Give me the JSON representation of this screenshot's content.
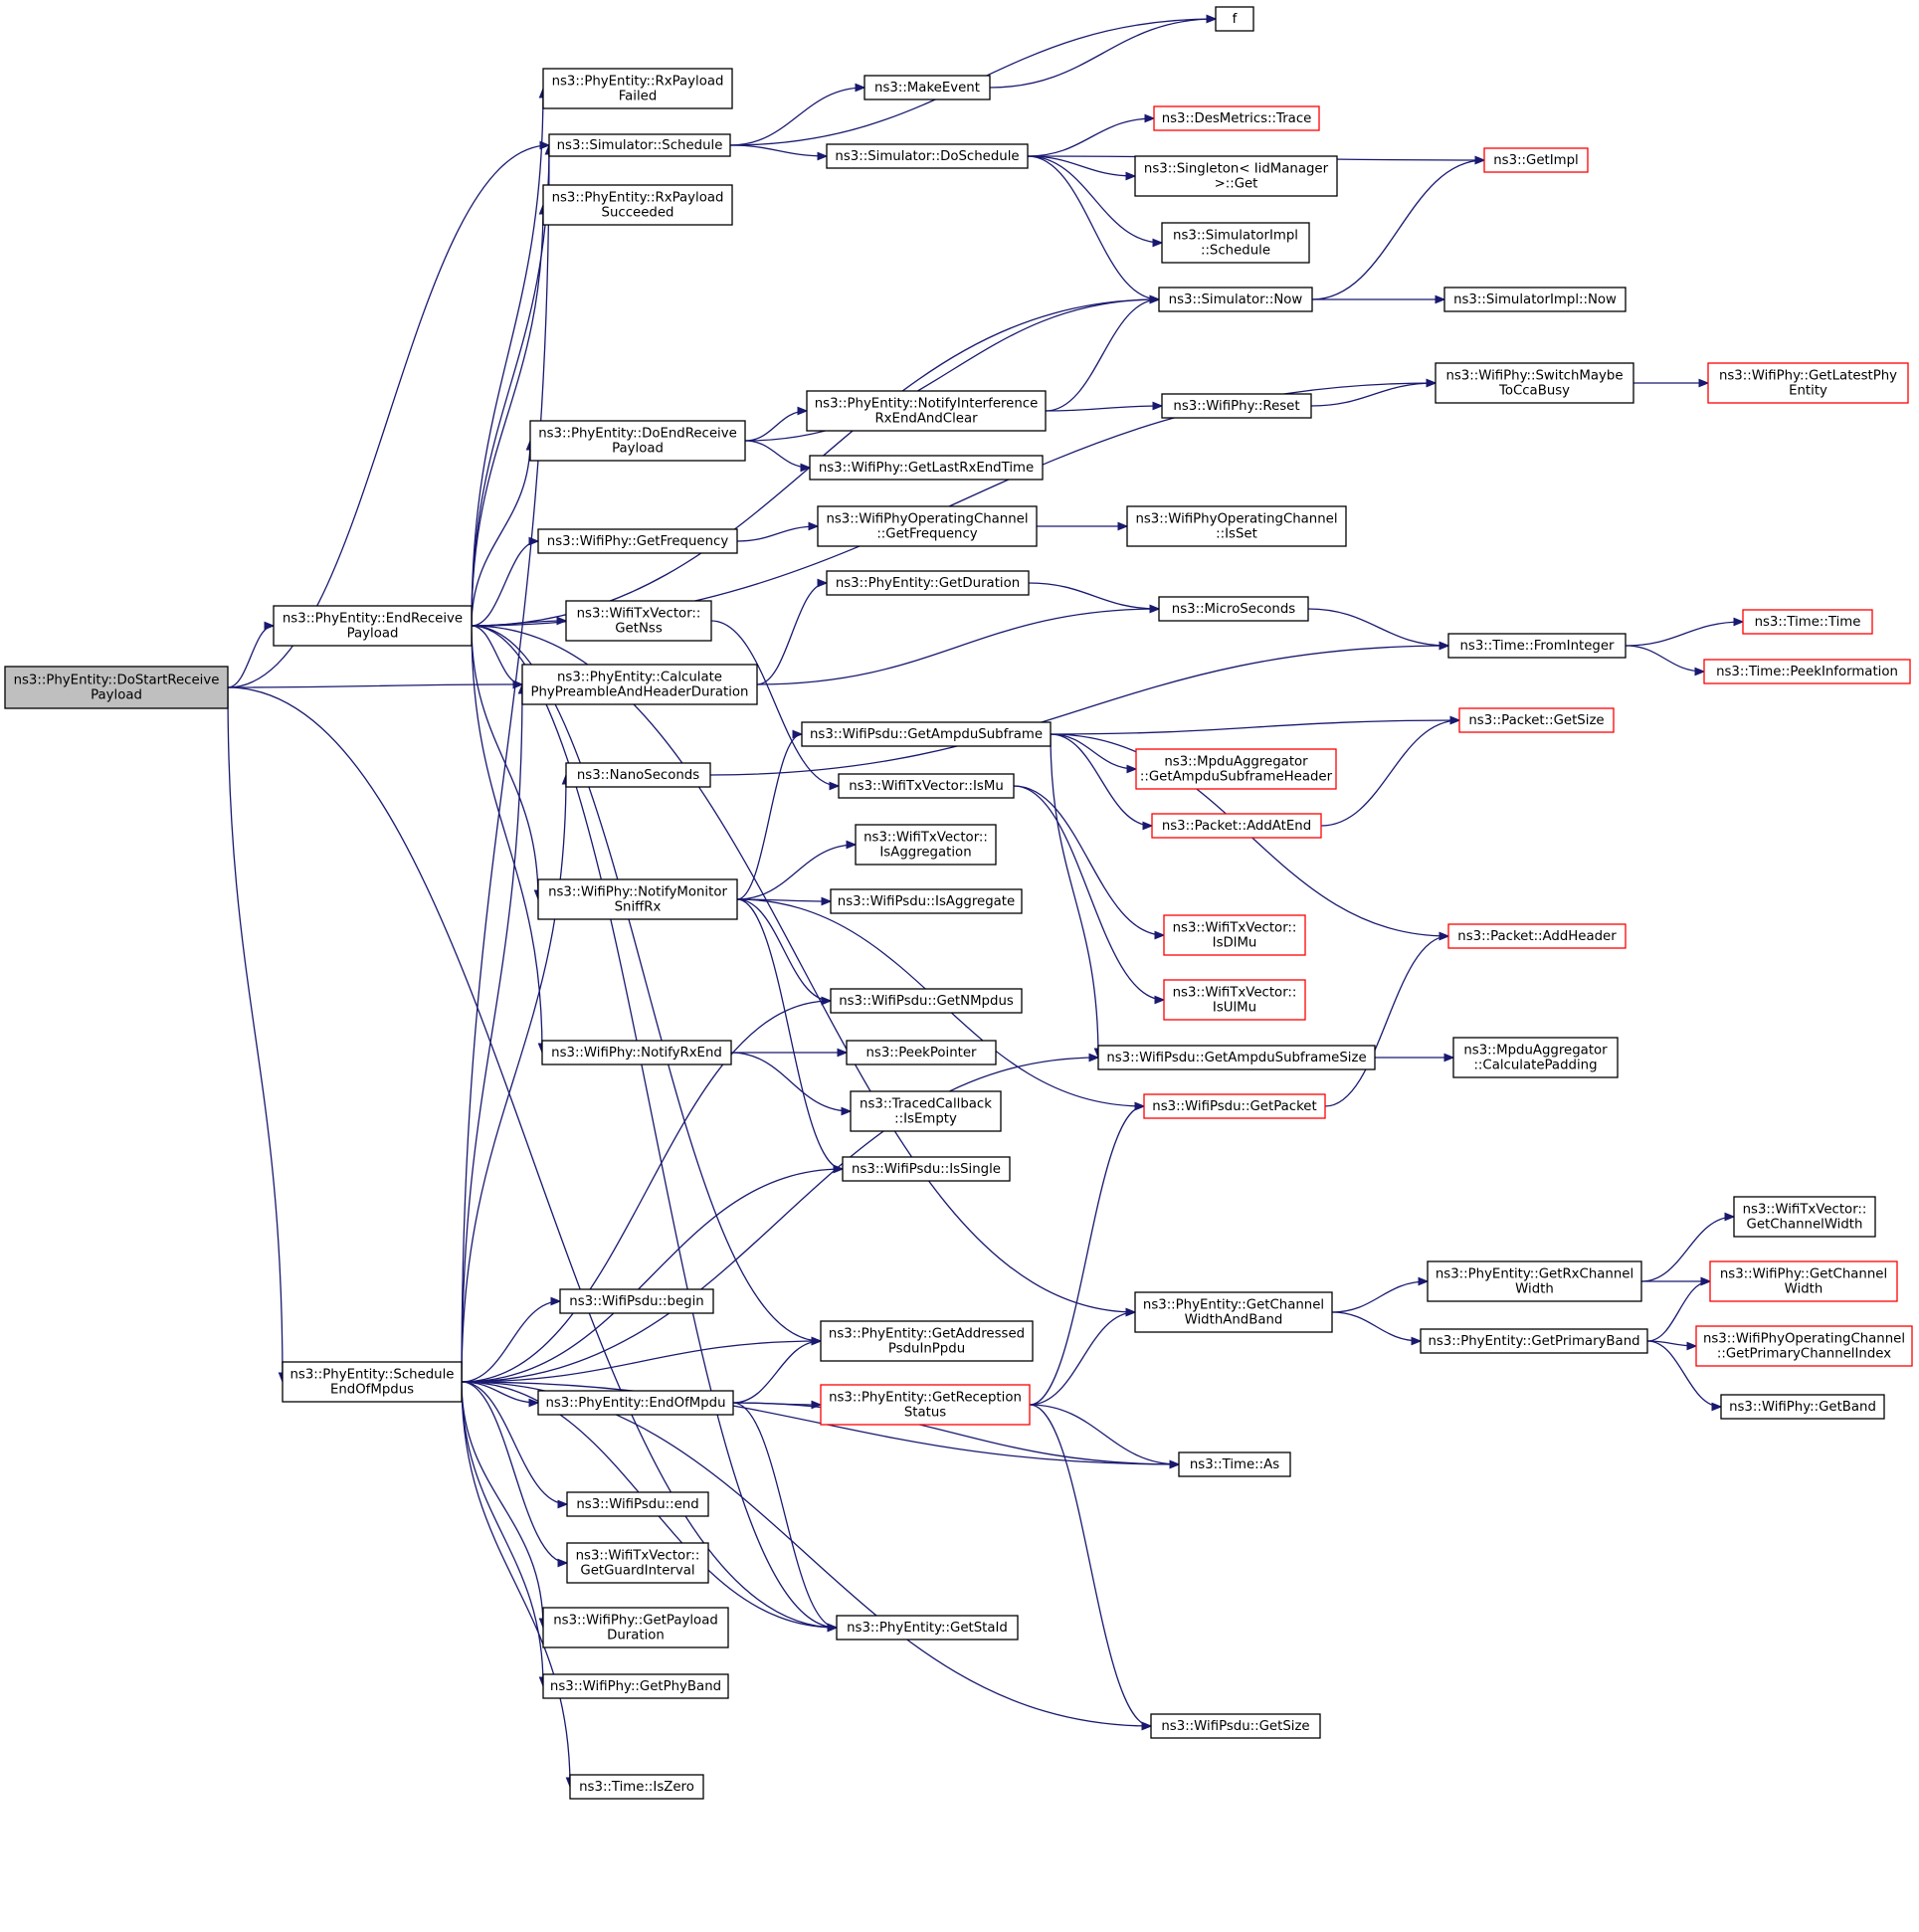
{
  "colors": {
    "edge": "#191970",
    "root_fill": "#bfbfbf",
    "truncated_border": "#ff0000",
    "border": "#000000",
    "background": "#ffffff"
  },
  "nodes": {
    "doStartReceivePayload": {
      "lines": [
        "ns3::PhyEntity::DoStartReceive",
        "Payload"
      ],
      "style": "root"
    },
    "rxPayloadFailed": {
      "lines": [
        "ns3::PhyEntity::RxPayload",
        "Failed"
      ],
      "style": "normal"
    },
    "simSchedule": {
      "lines": [
        "ns3::Simulator::Schedule"
      ],
      "style": "normal"
    },
    "rxPayloadSucceeded": {
      "lines": [
        "ns3::PhyEntity::RxPayload",
        "Succeeded"
      ],
      "style": "normal"
    },
    "f": {
      "lines": [
        "f"
      ],
      "style": "normal"
    },
    "makeEvent": {
      "lines": [
        "ns3::MakeEvent"
      ],
      "style": "normal"
    },
    "doSchedule": {
      "lines": [
        "ns3::Simulator::DoSchedule"
      ],
      "style": "normal"
    },
    "desMetricsTrace": {
      "lines": [
        "ns3::DesMetrics::Trace"
      ],
      "style": "red"
    },
    "getImpl": {
      "lines": [
        "ns3::GetImpl"
      ],
      "style": "red"
    },
    "singletonGet": {
      "lines": [
        "ns3::Singleton< IidManager",
        " >::Get"
      ],
      "style": "normal"
    },
    "simImplSchedule": {
      "lines": [
        "ns3::SimulatorImpl",
        "::Schedule"
      ],
      "style": "normal"
    },
    "simNow": {
      "lines": [
        "ns3::Simulator::Now"
      ],
      "style": "normal"
    },
    "simImplNow": {
      "lines": [
        "ns3::SimulatorImpl::Now"
      ],
      "style": "normal"
    },
    "switchMaybe": {
      "lines": [
        "ns3::WifiPhy::SwitchMaybe",
        "ToCcaBusy"
      ],
      "style": "normal"
    },
    "getLatestPhy": {
      "lines": [
        "ns3::WifiPhy::GetLatestPhy",
        "Entity"
      ],
      "style": "red"
    },
    "doEndReceivePayload": {
      "lines": [
        "ns3::PhyEntity::DoEndReceive",
        "Payload"
      ],
      "style": "normal"
    },
    "notifyInterference": {
      "lines": [
        "ns3::PhyEntity::NotifyInterference",
        "RxEndAndClear"
      ],
      "style": "normal"
    },
    "wifiPhyReset": {
      "lines": [
        "ns3::WifiPhy::Reset"
      ],
      "style": "normal"
    },
    "getLastRxEndTime": {
      "lines": [
        "ns3::WifiPhy::GetLastRxEndTime"
      ],
      "style": "normal"
    },
    "wifiPhyGetFrequency": {
      "lines": [
        "ns3::WifiPhy::GetFrequency"
      ],
      "style": "normal"
    },
    "wpocGetFrequency": {
      "lines": [
        "ns3::WifiPhyOperatingChannel",
        "::GetFrequency"
      ],
      "style": "normal"
    },
    "wpocIsSet": {
      "lines": [
        "ns3::WifiPhyOperatingChannel",
        "::IsSet"
      ],
      "style": "normal"
    },
    "endReceivePayload": {
      "lines": [
        "ns3::PhyEntity::EndReceive",
        "Payload"
      ],
      "style": "normal"
    },
    "getNss": {
      "lines": [
        "ns3::WifiTxVector::",
        "GetNss"
      ],
      "style": "normal"
    },
    "getDuration": {
      "lines": [
        "ns3::PhyEntity::GetDuration"
      ],
      "style": "normal"
    },
    "microSeconds": {
      "lines": [
        "ns3::MicroSeconds"
      ],
      "style": "normal"
    },
    "timeFromInteger": {
      "lines": [
        "ns3::Time::FromInteger"
      ],
      "style": "normal"
    },
    "timeTime": {
      "lines": [
        "ns3::Time::Time"
      ],
      "style": "red"
    },
    "peekInformation": {
      "lines": [
        "ns3::Time::PeekInformation"
      ],
      "style": "red"
    },
    "calcPhyPreamble": {
      "lines": [
        "ns3::PhyEntity::Calculate",
        "PhyPreambleAndHeaderDuration"
      ],
      "style": "normal"
    },
    "getAmpduSubframe": {
      "lines": [
        "ns3::WifiPsdu::GetAmpduSubframe"
      ],
      "style": "normal"
    },
    "packetGetSize": {
      "lines": [
        "ns3::Packet::GetSize"
      ],
      "style": "red"
    },
    "mpduAggHeader": {
      "lines": [
        "ns3::MpduAggregator",
        "::GetAmpduSubframeHeader"
      ],
      "style": "red"
    },
    "nanoSeconds": {
      "lines": [
        "ns3::NanoSeconds"
      ],
      "style": "normal"
    },
    "isMu": {
      "lines": [
        "ns3::WifiTxVector::IsMu"
      ],
      "style": "normal"
    },
    "addAtEnd": {
      "lines": [
        "ns3::Packet::AddAtEnd"
      ],
      "style": "red"
    },
    "isAggregation": {
      "lines": [
        "ns3::WifiTxVector::",
        "IsAggregation"
      ],
      "style": "normal"
    },
    "notifyMonitorSniffRx": {
      "lines": [
        "ns3::WifiPhy::NotifyMonitor",
        "SniffRx"
      ],
      "style": "normal"
    },
    "psduIsAggregate": {
      "lines": [
        "ns3::WifiPsdu::IsAggregate"
      ],
      "style": "normal"
    },
    "isDlMu": {
      "lines": [
        "ns3::WifiTxVector::",
        "IsDlMu"
      ],
      "style": "red"
    },
    "addHeader": {
      "lines": [
        "ns3::Packet::AddHeader"
      ],
      "style": "red"
    },
    "isUlMu": {
      "lines": [
        "ns3::WifiTxVector::",
        "IsUlMu"
      ],
      "style": "red"
    },
    "getNMpdus": {
      "lines": [
        "ns3::WifiPsdu::GetNMpdus"
      ],
      "style": "normal"
    },
    "notifyRxEnd": {
      "lines": [
        "ns3::WifiPhy::NotifyRxEnd"
      ],
      "style": "normal"
    },
    "peekPointer": {
      "lines": [
        "ns3::PeekPointer"
      ],
      "style": "normal"
    },
    "getAmpduSubframeSize": {
      "lines": [
        "ns3::WifiPsdu::GetAmpduSubframeSize"
      ],
      "style": "normal"
    },
    "calculatePadding": {
      "lines": [
        "ns3::MpduAggregator",
        "::CalculatePadding"
      ],
      "style": "normal"
    },
    "tracedIsEmpty": {
      "lines": [
        "ns3::TracedCallback",
        "::IsEmpty"
      ],
      "style": "normal"
    },
    "getPacket": {
      "lines": [
        "ns3::WifiPsdu::GetPacket"
      ],
      "style": "red"
    },
    "isSingle": {
      "lines": [
        "ns3::WifiPsdu::IsSingle"
      ],
      "style": "normal"
    },
    "getChannelWidthTx": {
      "lines": [
        "ns3::WifiTxVector::",
        "GetChannelWidth"
      ],
      "style": "normal"
    },
    "getRxChannelWidth": {
      "lines": [
        "ns3::PhyEntity::GetRxChannel",
        "Width"
      ],
      "style": "normal"
    },
    "wifiPhyGetChannelWidth": {
      "lines": [
        "ns3::WifiPhy::GetChannel",
        "Width"
      ],
      "style": "red"
    },
    "getChannelWidthAndBand": {
      "lines": [
        "ns3::PhyEntity::GetChannel",
        "WidthAndBand"
      ],
      "style": "normal"
    },
    "getPrimaryBand": {
      "lines": [
        "ns3::PhyEntity::GetPrimaryBand"
      ],
      "style": "normal"
    },
    "getPrimaryChannelIndex": {
      "lines": [
        "ns3::WifiPhyOperatingChannel",
        "::GetPrimaryChannelIndex"
      ],
      "style": "red"
    },
    "psduBegin": {
      "lines": [
        "ns3::WifiPsdu::begin"
      ],
      "style": "normal"
    },
    "getAddressedPsdu": {
      "lines": [
        "ns3::PhyEntity::GetAddressed",
        "PsduInPpdu"
      ],
      "style": "normal"
    },
    "scheduleEndOfMpdus": {
      "lines": [
        "ns3::PhyEntity::Schedule",
        "EndOfMpdus"
      ],
      "style": "normal"
    },
    "wifiPhyGetBand": {
      "lines": [
        "ns3::WifiPhy::GetBand"
      ],
      "style": "normal"
    },
    "endOfMpdu": {
      "lines": [
        "ns3::PhyEntity::EndOfMpdu"
      ],
      "style": "normal"
    },
    "getReceptionStatus": {
      "lines": [
        "ns3::PhyEntity::GetReception",
        "Status"
      ],
      "style": "red"
    },
    "timeAs": {
      "lines": [
        "ns3::Time::As"
      ],
      "style": "normal"
    },
    "psduEnd": {
      "lines": [
        "ns3::WifiPsdu::end"
      ],
      "style": "normal"
    },
    "getGuardInterval": {
      "lines": [
        "ns3::WifiTxVector::",
        "GetGuardInterval"
      ],
      "style": "normal"
    },
    "getPayloadDuration": {
      "lines": [
        "ns3::WifiPhy::GetPayload",
        "Duration"
      ],
      "style": "normal"
    },
    "getStaId": {
      "lines": [
        "ns3::PhyEntity::GetStaId"
      ],
      "style": "normal"
    },
    "getPhyBand": {
      "lines": [
        "ns3::WifiPhy::GetPhyBand"
      ],
      "style": "normal"
    },
    "psduGetSize": {
      "lines": [
        "ns3::WifiPsdu::GetSize"
      ],
      "style": "normal"
    },
    "timeIsZero": {
      "lines": [
        "ns3::Time::IsZero"
      ],
      "style": "normal"
    }
  },
  "edges": [
    [
      "doStartReceivePayload",
      "simSchedule"
    ],
    [
      "doStartReceivePayload",
      "endReceivePayload"
    ],
    [
      "doStartReceivePayload",
      "calcPhyPreamble"
    ],
    [
      "doStartReceivePayload",
      "scheduleEndOfMpdus"
    ],
    [
      "doStartReceivePayload",
      "getStaId"
    ],
    [
      "simSchedule",
      "f"
    ],
    [
      "simSchedule",
      "makeEvent"
    ],
    [
      "simSchedule",
      "doSchedule"
    ],
    [
      "makeEvent",
      "f"
    ],
    [
      "doSchedule",
      "desMetricsTrace"
    ],
    [
      "doSchedule",
      "getImpl"
    ],
    [
      "doSchedule",
      "singletonGet"
    ],
    [
      "doSchedule",
      "simImplSchedule"
    ],
    [
      "doSchedule",
      "simNow"
    ],
    [
      "simNow",
      "getImpl"
    ],
    [
      "simNow",
      "simImplNow"
    ],
    [
      "switchMaybe",
      "getLatestPhy"
    ],
    [
      "doEndReceivePayload",
      "simNow"
    ],
    [
      "doEndReceivePayload",
      "notifyInterference"
    ],
    [
      "doEndReceivePayload",
      "getLastRxEndTime"
    ],
    [
      "notifyInterference",
      "simNow"
    ],
    [
      "notifyInterference",
      "wifiPhyReset"
    ],
    [
      "wifiPhyReset",
      "switchMaybe"
    ],
    [
      "wifiPhyGetFrequency",
      "wpocGetFrequency"
    ],
    [
      "wpocGetFrequency",
      "wpocIsSet"
    ],
    [
      "endReceivePayload",
      "rxPayloadFailed"
    ],
    [
      "endReceivePayload",
      "simSchedule"
    ],
    [
      "endReceivePayload",
      "rxPayloadSucceeded"
    ],
    [
      "endReceivePayload",
      "simNow"
    ],
    [
      "endReceivePayload",
      "switchMaybe"
    ],
    [
      "endReceivePayload",
      "doEndReceivePayload"
    ],
    [
      "endReceivePayload",
      "wifiPhyGetFrequency"
    ],
    [
      "endReceivePayload",
      "getNss"
    ],
    [
      "endReceivePayload",
      "calcPhyPreamble"
    ],
    [
      "endReceivePayload",
      "notifyMonitorSniffRx"
    ],
    [
      "endReceivePayload",
      "notifyRxEnd"
    ],
    [
      "endReceivePayload",
      "getAddressedPsdu"
    ],
    [
      "endReceivePayload",
      "getChannelWidthAndBand"
    ],
    [
      "endReceivePayload",
      "getStaId"
    ],
    [
      "getNss",
      "isMu"
    ],
    [
      "getDuration",
      "microSeconds"
    ],
    [
      "microSeconds",
      "timeFromInteger"
    ],
    [
      "timeFromInteger",
      "timeTime"
    ],
    [
      "timeFromInteger",
      "peekInformation"
    ],
    [
      "calcPhyPreamble",
      "getDuration"
    ],
    [
      "calcPhyPreamble",
      "microSeconds"
    ],
    [
      "getAmpduSubframe",
      "packetGetSize"
    ],
    [
      "getAmpduSubframe",
      "mpduAggHeader"
    ],
    [
      "getAmpduSubframe",
      "addAtEnd"
    ],
    [
      "getAmpduSubframe",
      "addHeader"
    ],
    [
      "getAmpduSubframe",
      "getAmpduSubframeSize"
    ],
    [
      "addAtEnd",
      "packetGetSize"
    ],
    [
      "nanoSeconds",
      "timeFromInteger"
    ],
    [
      "isMu",
      "isDlMu"
    ],
    [
      "isMu",
      "isUlMu"
    ],
    [
      "notifyMonitorSniffRx",
      "getAmpduSubframe"
    ],
    [
      "notifyMonitorSniffRx",
      "isAggregation"
    ],
    [
      "notifyMonitorSniffRx",
      "psduIsAggregate"
    ],
    [
      "notifyMonitorSniffRx",
      "getNMpdus"
    ],
    [
      "notifyMonitorSniffRx",
      "getPacket"
    ],
    [
      "notifyMonitorSniffRx",
      "isSingle"
    ],
    [
      "notifyRxEnd",
      "peekPointer"
    ],
    [
      "notifyRxEnd",
      "tracedIsEmpty"
    ],
    [
      "getAmpduSubframeSize",
      "calculatePadding"
    ],
    [
      "getPacket",
      "addHeader"
    ],
    [
      "getRxChannelWidth",
      "getChannelWidthTx"
    ],
    [
      "getRxChannelWidth",
      "wifiPhyGetChannelWidth"
    ],
    [
      "getChannelWidthAndBand",
      "getRxChannelWidth"
    ],
    [
      "getChannelWidthAndBand",
      "getPrimaryBand"
    ],
    [
      "getPrimaryBand",
      "wifiPhyGetChannelWidth"
    ],
    [
      "getPrimaryBand",
      "getPrimaryChannelIndex"
    ],
    [
      "getPrimaryBand",
      "wifiPhyGetBand"
    ],
    [
      "scheduleEndOfMpdus",
      "simSchedule"
    ],
    [
      "scheduleEndOfMpdus",
      "calcPhyPreamble"
    ],
    [
      "scheduleEndOfMpdus",
      "nanoSeconds"
    ],
    [
      "scheduleEndOfMpdus",
      "getNMpdus"
    ],
    [
      "scheduleEndOfMpdus",
      "isSingle"
    ],
    [
      "scheduleEndOfMpdus",
      "getAmpduSubframeSize"
    ],
    [
      "scheduleEndOfMpdus",
      "psduBegin"
    ],
    [
      "scheduleEndOfMpdus",
      "getAddressedPsdu"
    ],
    [
      "scheduleEndOfMpdus",
      "endOfMpdu"
    ],
    [
      "scheduleEndOfMpdus",
      "psduEnd"
    ],
    [
      "scheduleEndOfMpdus",
      "getGuardInterval"
    ],
    [
      "scheduleEndOfMpdus",
      "getPayloadDuration"
    ],
    [
      "scheduleEndOfMpdus",
      "getStaId"
    ],
    [
      "scheduleEndOfMpdus",
      "getPhyBand"
    ],
    [
      "scheduleEndOfMpdus",
      "timeIsZero"
    ],
    [
      "scheduleEndOfMpdus",
      "timeAs"
    ],
    [
      "scheduleEndOfMpdus",
      "psduGetSize"
    ],
    [
      "endOfMpdu",
      "getAddressedPsdu"
    ],
    [
      "endOfMpdu",
      "getReceptionStatus"
    ],
    [
      "endOfMpdu",
      "timeAs"
    ],
    [
      "endOfMpdu",
      "getStaId"
    ],
    [
      "getReceptionStatus",
      "getPacket"
    ],
    [
      "getReceptionStatus",
      "getChannelWidthAndBand"
    ],
    [
      "getReceptionStatus",
      "timeAs"
    ],
    [
      "getReceptionStatus",
      "psduGetSize"
    ]
  ]
}
